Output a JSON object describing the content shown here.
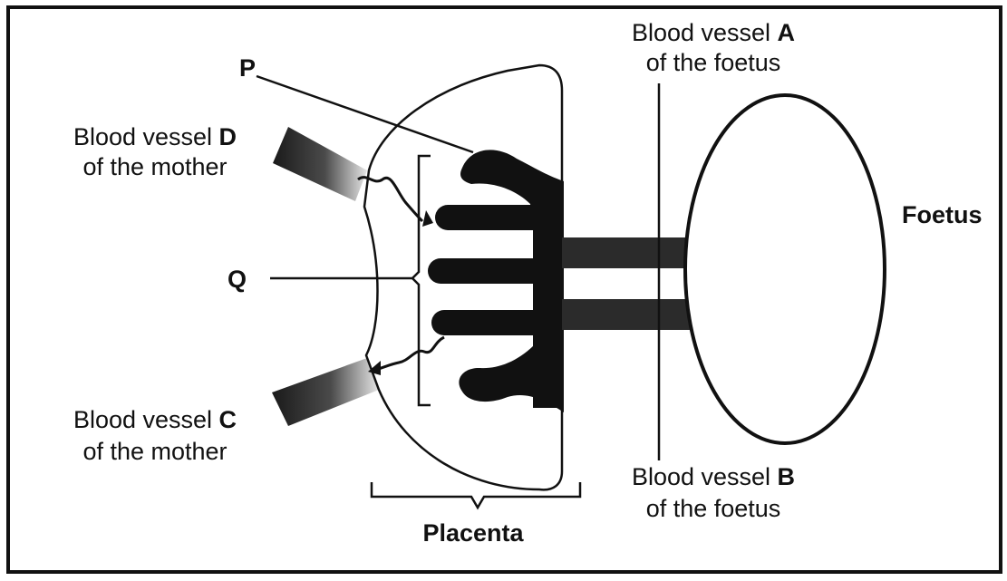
{
  "labels": {
    "vessel_a": {
      "prefix": "Blood vessel ",
      "letter": "A",
      "suffix": "of the foetus"
    },
    "vessel_b": {
      "prefix": "Blood vessel ",
      "letter": "B",
      "suffix": "of the foetus"
    },
    "vessel_c": {
      "prefix": "Blood vessel ",
      "letter": "C",
      "suffix": "of the mother"
    },
    "vessel_d": {
      "prefix": "Blood vessel ",
      "letter": "D",
      "suffix": "of the mother"
    },
    "p": "P",
    "q": "Q",
    "foetus": "Foetus",
    "placenta": "Placenta"
  },
  "colors": {
    "ink": "#111111",
    "background": "#ffffff",
    "shade": "#2b2b2b"
  }
}
